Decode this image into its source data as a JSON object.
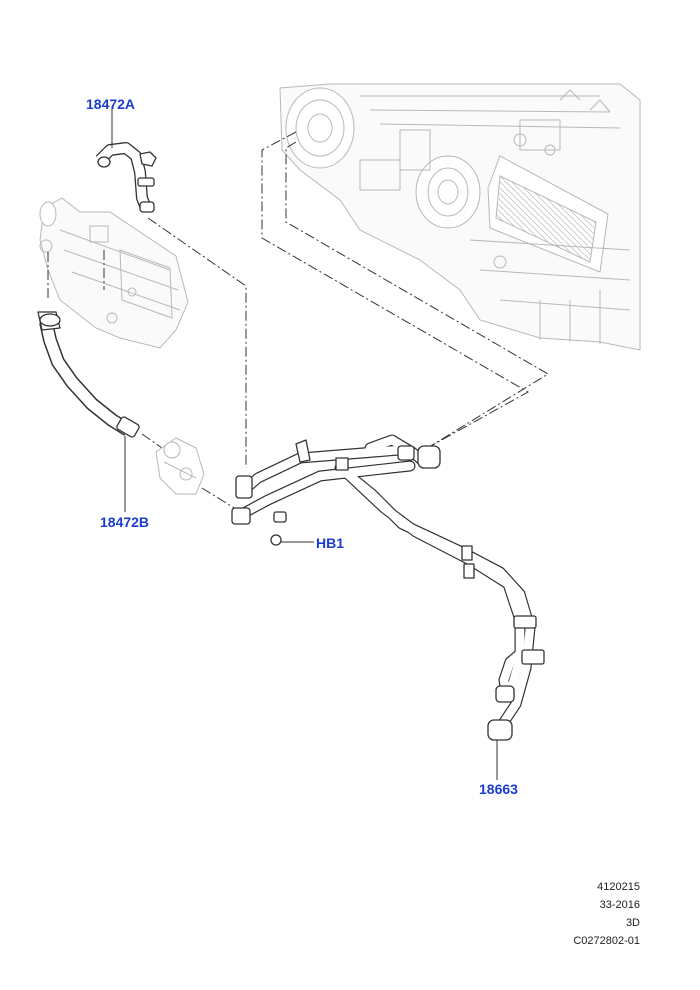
{
  "callouts": {
    "part_18472a": "18472A",
    "part_18472b": "18472B",
    "part_hb1": "HB1",
    "part_18663": "18663"
  },
  "info_block": {
    "line1": "4120215",
    "line2": "33-2016",
    "line3": "3D",
    "line4": "C0272802-01"
  },
  "colors": {
    "callout_text": "#1a3ccf",
    "line_art": "#333333",
    "background_art": "#b8b8b8"
  }
}
